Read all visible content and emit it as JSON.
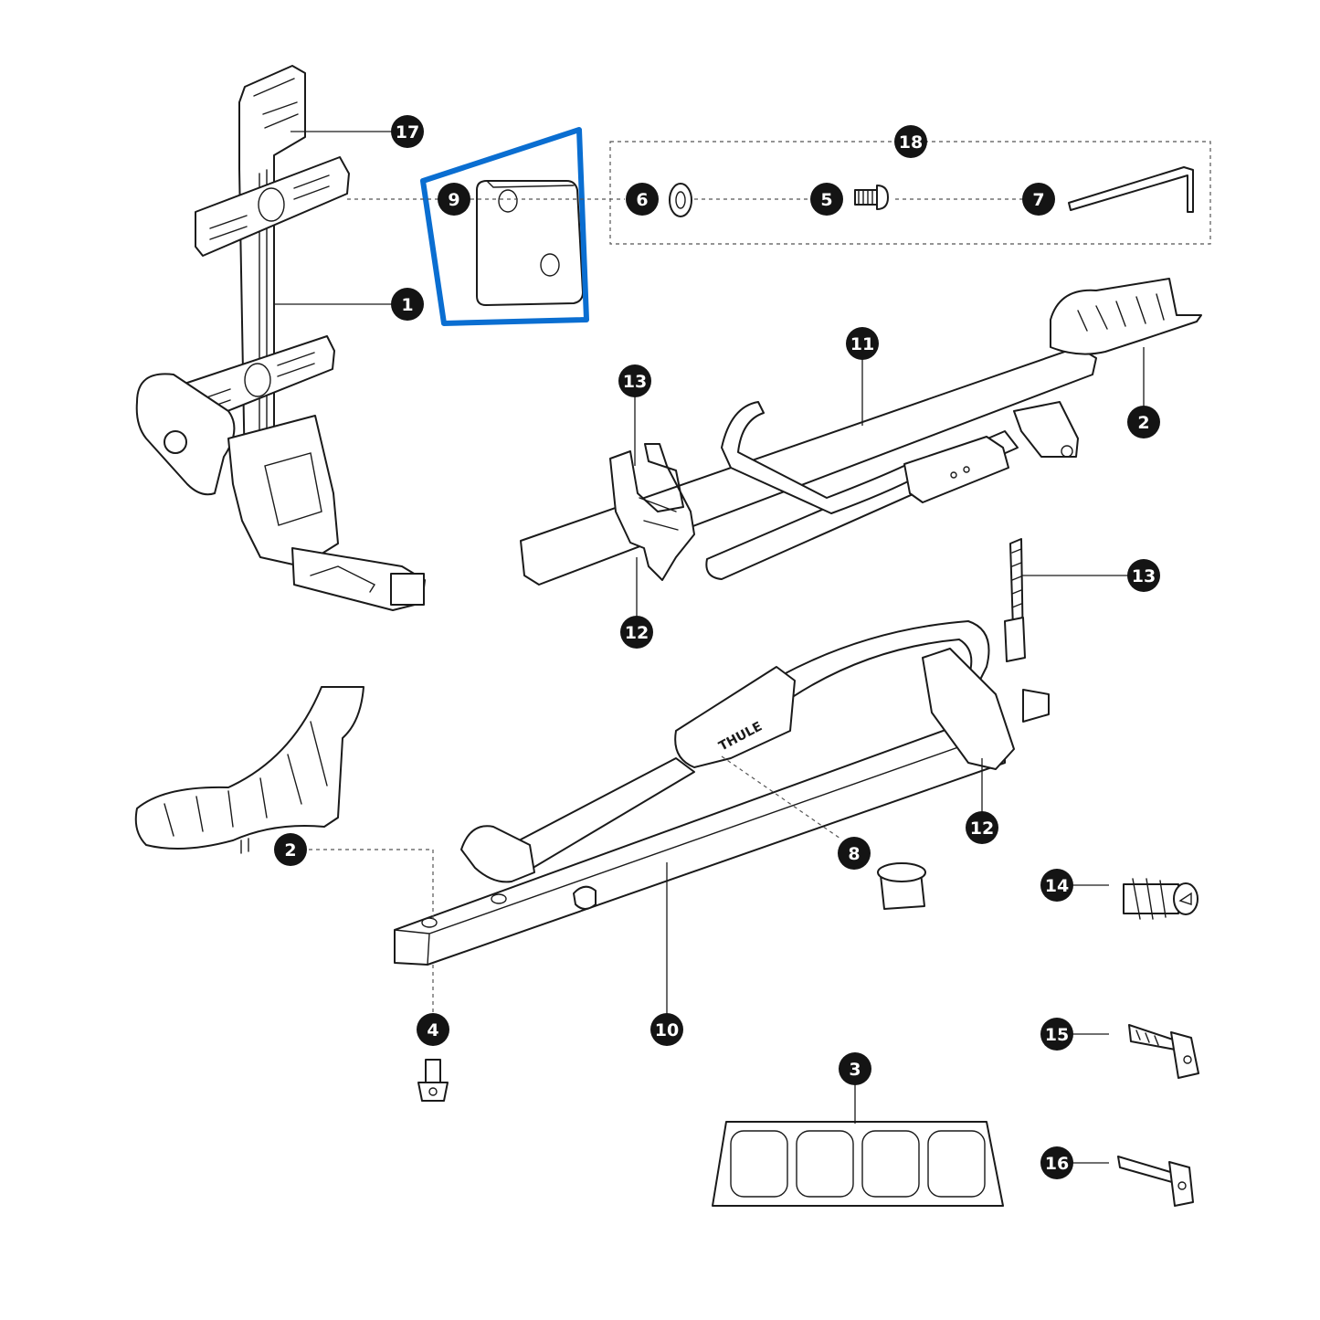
{
  "colors": {
    "highlight": "#0a6ed1",
    "callout_fill": "#141414",
    "line": "#1a1a1a"
  },
  "callouts": [
    {
      "id": "c17",
      "label": "17"
    },
    {
      "id": "c18",
      "label": "18"
    },
    {
      "id": "c9",
      "label": "9"
    },
    {
      "id": "c6",
      "label": "6"
    },
    {
      "id": "c5",
      "label": "5"
    },
    {
      "id": "c7",
      "label": "7"
    },
    {
      "id": "c1",
      "label": "1"
    },
    {
      "id": "c11",
      "label": "11"
    },
    {
      "id": "c13a",
      "label": "13"
    },
    {
      "id": "c2a",
      "label": "2"
    },
    {
      "id": "c12a",
      "label": "12"
    },
    {
      "id": "c13b",
      "label": "13"
    },
    {
      "id": "c12b",
      "label": "12"
    },
    {
      "id": "c2b",
      "label": "2"
    },
    {
      "id": "c8",
      "label": "8"
    },
    {
      "id": "c14",
      "label": "14"
    },
    {
      "id": "c4",
      "label": "4"
    },
    {
      "id": "c10",
      "label": "10"
    },
    {
      "id": "c15",
      "label": "15"
    },
    {
      "id": "c3",
      "label": "3"
    },
    {
      "id": "c16",
      "label": "16"
    }
  ],
  "highlighted_part": "9",
  "brand_mark": "THULE"
}
